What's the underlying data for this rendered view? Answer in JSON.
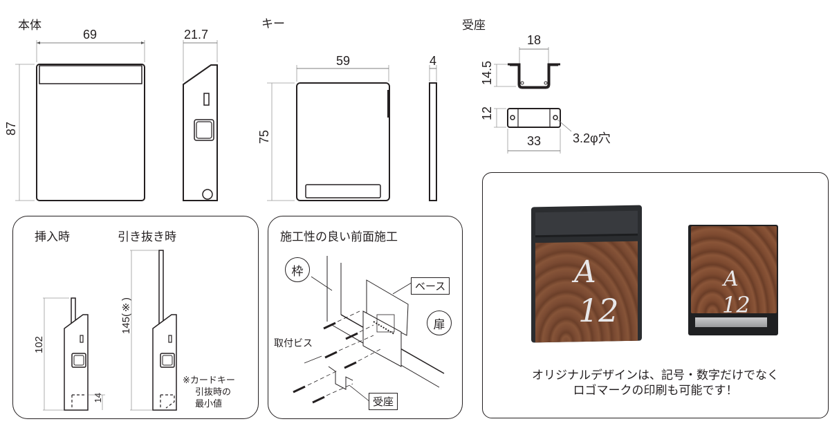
{
  "body_section": {
    "title": "本体",
    "width_dim": "69",
    "height_dim": "87",
    "depth_dim": "21.7"
  },
  "key_section": {
    "title": "キー",
    "width_dim": "59",
    "height_dim": "75",
    "thickness_dim": "4"
  },
  "receiver_section": {
    "title": "受座",
    "inner_width_dim": "18",
    "height_dim": "14.5",
    "plate_height_dim": "12",
    "plate_width_dim": "33",
    "hole_note": "3.2φ穴"
  },
  "insertion_panel": {
    "insert_title": "挿入時",
    "withdraw_title": "引き抜き時",
    "insert_height_dim": "102",
    "withdraw_height_dim": "145(※)",
    "bottom_dim": "14",
    "footnote_lines": [
      "※カードキー",
      "引抜時の",
      "最小値"
    ]
  },
  "install_panel": {
    "title": "施工性の良い前面施工",
    "frame_label": "枠",
    "door_label": "扉",
    "base_label": "ベース",
    "screws_label": "取付ビス",
    "receiver_label": "受座"
  },
  "photo_panel": {
    "large_plate": {
      "letter": "A",
      "number": "12"
    },
    "small_plate": {
      "letter": "A",
      "number": "12"
    },
    "caption_lines": [
      "オリジナルデザインは、記号・数字だけでなく",
      "ロゴマークの印刷も可能です！"
    ],
    "colors": {
      "wood": "#7a4a32",
      "wood_dark": "#5e3522",
      "frame": "#2b2d30",
      "print": "#e8e8ea"
    }
  }
}
